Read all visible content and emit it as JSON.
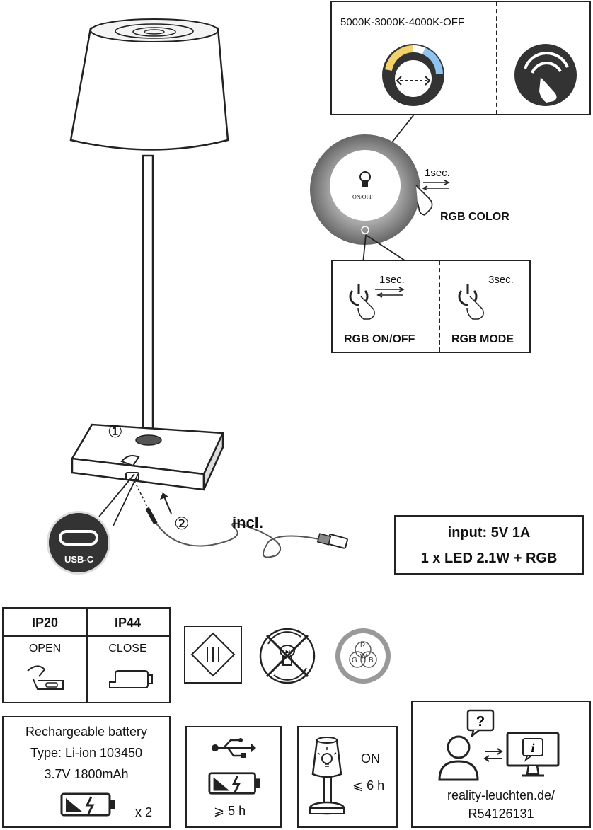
{
  "color_temp": {
    "label": "5000K-3000K-4000K-OFF"
  },
  "dimmer_ring": {
    "center_label": "ON/OFF",
    "hold_time": "1sec.",
    "rgb_color_label": "RGB COLOR"
  },
  "rgb_panel": {
    "onoff_time": "1sec.",
    "onoff_label": "RGB ON/OFF",
    "mode_time": "3sec.",
    "mode_label": "RGB MODE"
  },
  "charging": {
    "step1": "①",
    "step2": "②",
    "included_label": "incl.",
    "port_label": "USB-C"
  },
  "specs": {
    "input": "input: 5V 1A",
    "led": "1 x LED 2.1W + RGB"
  },
  "ip_table": {
    "headers": [
      "IP20",
      "IP44"
    ],
    "states": [
      "OPEN",
      "CLOSE"
    ]
  },
  "symbols": {
    "class_icon": "class-iii-icon",
    "led_icon": "non-replaceable-led-icon",
    "rgbw_icon": "rgbw-icon",
    "rgbw_letters": [
      "R",
      "G",
      "W",
      "B"
    ]
  },
  "battery": {
    "title": "Rechargeable battery",
    "type": "Type: Li-ion 103450",
    "capacity": "3.7V 1800mAh",
    "count": "x 2"
  },
  "charge_time": {
    "value": "⩾ 5 h"
  },
  "runtime": {
    "state": "ON",
    "value": "⩽ 6 h"
  },
  "info": {
    "url": "reality-leuchten.de/",
    "code": "R54126131"
  },
  "colors": {
    "ink": "#222222",
    "gray": "#888888",
    "warm": "#f2d36b",
    "cool": "#8fc4f0"
  }
}
